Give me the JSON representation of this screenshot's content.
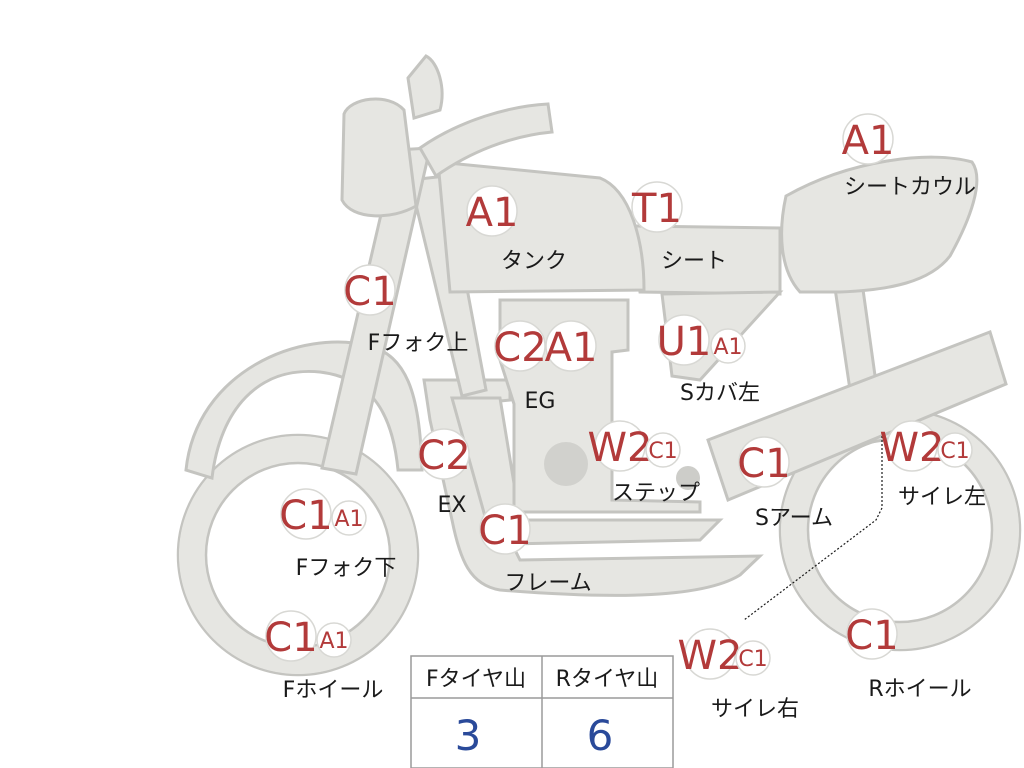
{
  "parts": [
    {
      "id": "tank",
      "label": "タンク",
      "grades": [
        "A1"
      ]
    },
    {
      "id": "seat",
      "label": "シート",
      "grades": [
        "T1"
      ]
    },
    {
      "id": "seat-cowl",
      "label": "シートカウル",
      "grades": [
        "A1"
      ]
    },
    {
      "id": "f-fork-upper",
      "label": "Fフォク上",
      "grades": [
        "C1"
      ]
    },
    {
      "id": "engine",
      "label": "EG",
      "grades": [
        "C2",
        "A1"
      ]
    },
    {
      "id": "side-cover-left",
      "label": "Sカバ左",
      "grades": [
        "U1",
        "A1"
      ]
    },
    {
      "id": "exhaust",
      "label": "EX",
      "grades": [
        "C2"
      ]
    },
    {
      "id": "step",
      "label": "ステップ",
      "grades": [
        "W2",
        "C1"
      ]
    },
    {
      "id": "swing-arm",
      "label": "Sアーム",
      "grades": [
        "C1"
      ]
    },
    {
      "id": "muffler-left",
      "label": "サイレ左",
      "grades": [
        "W2",
        "C1"
      ]
    },
    {
      "id": "f-fork-lower",
      "label": "Fフォク下",
      "grades": [
        "C1",
        "A1"
      ]
    },
    {
      "id": "frame",
      "label": "フレーム",
      "grades": [
        "C1"
      ]
    },
    {
      "id": "f-wheel",
      "label": "Fホイール",
      "grades": [
        "C1",
        "A1"
      ]
    },
    {
      "id": "muffler-right",
      "label": "サイレ右",
      "grades": [
        "W2",
        "C1"
      ]
    },
    {
      "id": "r-wheel",
      "label": "Rホイール",
      "grades": [
        "C1"
      ]
    }
  ],
  "tire_table": {
    "headers": [
      "Fタイヤ山",
      "Rタイヤ山"
    ],
    "values": [
      "3",
      "6"
    ]
  }
}
